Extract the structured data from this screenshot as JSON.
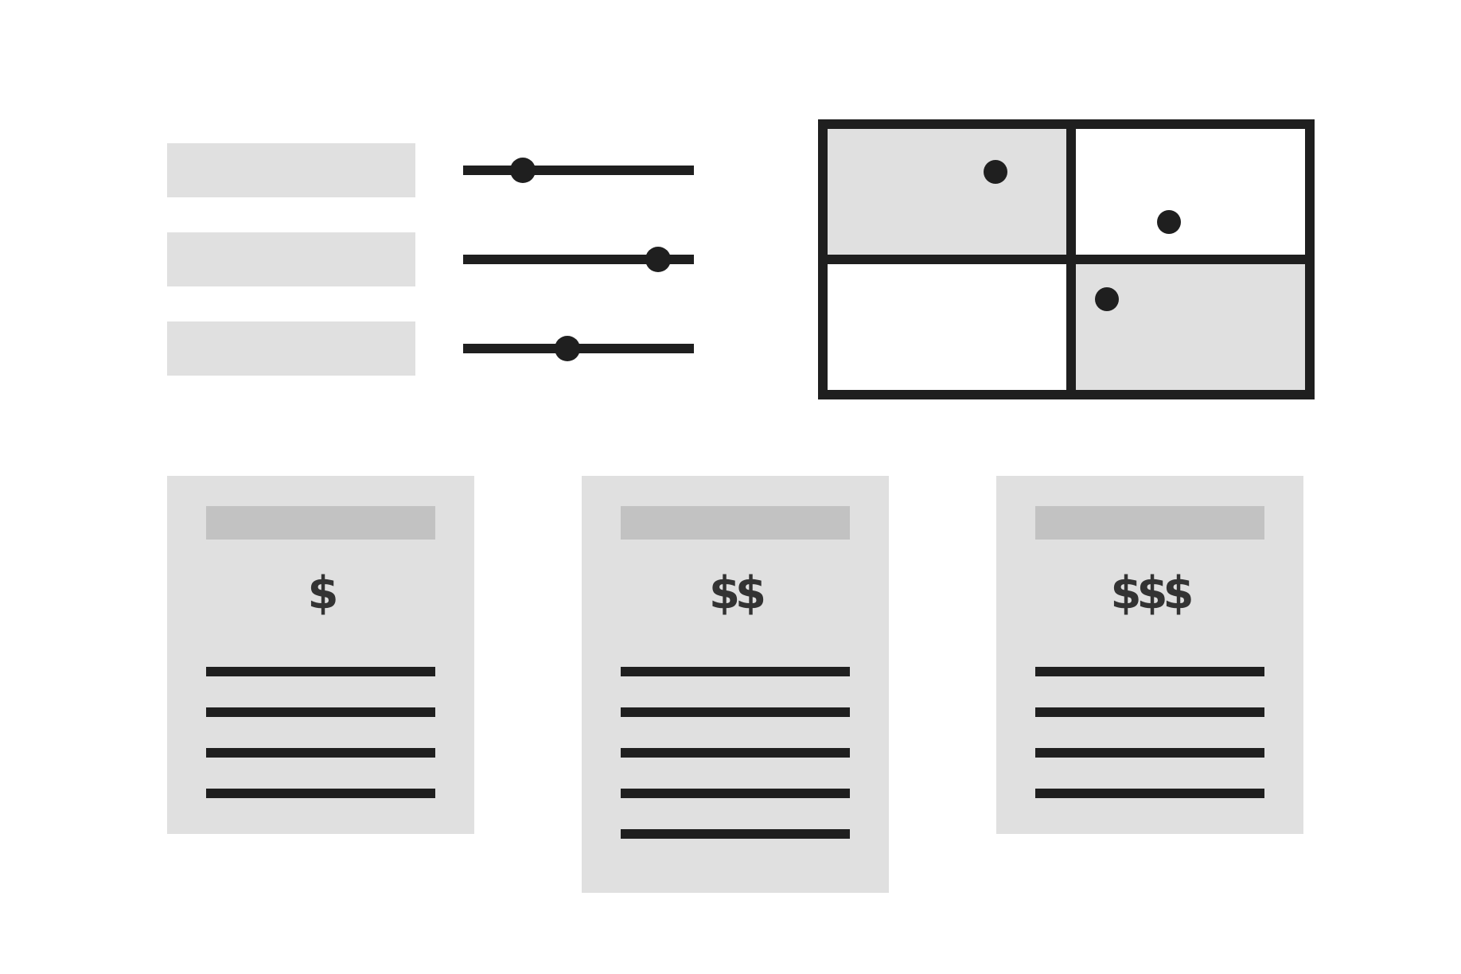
{
  "colors": {
    "background": "#ffffff",
    "panel": "#e0e0e0",
    "header_bar": "#c2c2c2",
    "ink": "#1f1f1f",
    "price_text": "#333333"
  },
  "sliders": [
    {
      "value": 0.26
    },
    {
      "value": 0.845
    },
    {
      "value": 0.45
    }
  ],
  "matrix": {
    "shaded_cells": [
      "top-left",
      "bottom-right"
    ],
    "dots": [
      {
        "cell": "top-left"
      },
      {
        "cell": "top-right"
      },
      {
        "cell": "bottom-right"
      }
    ]
  },
  "cards": [
    {
      "price": "$",
      "lines": 4
    },
    {
      "price": "$$",
      "lines": 5
    },
    {
      "price": "$$$",
      "lines": 4
    }
  ]
}
